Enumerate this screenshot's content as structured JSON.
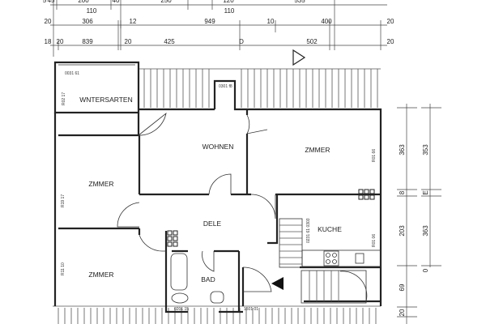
{
  "rooms": {
    "wintergarten": "WNTERSARTEN",
    "wohnen": "WOHNEN",
    "zimmer_right": "ZMMER",
    "zimmer_mid": "ZMMER",
    "zimmer_bottom": "ZMMER",
    "diele": "DELE",
    "kuche": "KUCHE",
    "bad": "BAD"
  },
  "area_tags": {
    "wintergarten": "0031 61",
    "wintergarten_side": "R02 17",
    "wohnen_stub": "0301 f8",
    "zimmer_mid": "R19 17",
    "zimmer_bottom": "R11 10",
    "zimmer_right": "R01 66",
    "kuche": "R01 06",
    "kuche_note": "0231 61 0303",
    "bad": "0201 15",
    "bottom": "1501 01"
  },
  "dimensions": {
    "row1": [
      "5",
      "45",
      "200",
      "40",
      "250",
      "120",
      "535"
    ],
    "row1_sub": [
      "110",
      "110"
    ],
    "row2": [
      "20",
      "306",
      "12",
      "949",
      "10",
      "400",
      "20"
    ],
    "row3": [
      "18",
      "20",
      "839",
      "20",
      "425",
      "D",
      "502",
      "20"
    ],
    "right_outer": [
      "363",
      "8",
      "203",
      "69",
      "20"
    ],
    "right_inner": [
      "353",
      "E",
      "363",
      "0"
    ]
  }
}
